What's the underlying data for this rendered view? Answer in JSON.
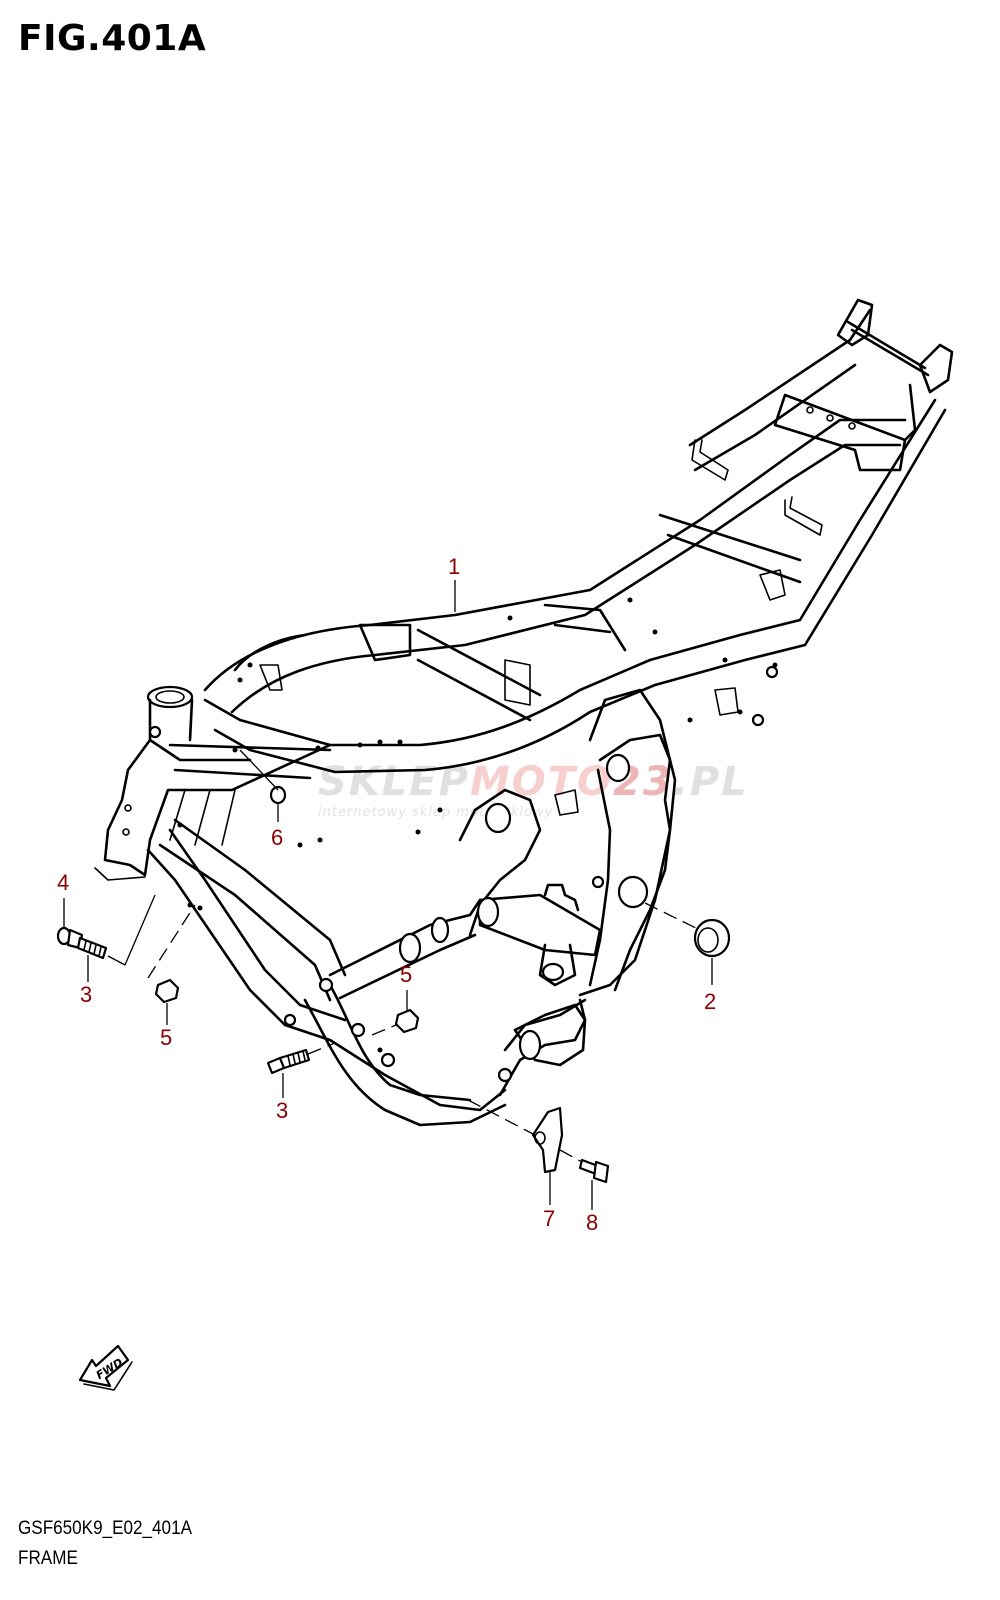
{
  "figure": {
    "title": "FIG.401A",
    "diagram_code": "GSF650K9_E02_401A",
    "assembly_name": "FRAME"
  },
  "fwd_label": "FWD",
  "watermark": {
    "brand_part1": "SKLEP",
    "brand_part2": "MOTO",
    "brand_part3": "23",
    "brand_suffix": ".PL",
    "tagline": "internetowy sklep motocyklowy"
  },
  "callouts": [
    {
      "id": "1",
      "label": "1"
    },
    {
      "id": "2",
      "label": "2"
    },
    {
      "id": "3a",
      "label": "3"
    },
    {
      "id": "3b",
      "label": "3"
    },
    {
      "id": "4",
      "label": "4"
    },
    {
      "id": "5a",
      "label": "5"
    },
    {
      "id": "5b",
      "label": "5"
    },
    {
      "id": "6",
      "label": "6"
    },
    {
      "id": "7",
      "label": "7"
    },
    {
      "id": "8",
      "label": "8"
    }
  ],
  "colors": {
    "callout": "#8b0000",
    "line": "#000000",
    "watermark_grey": "#c8c8c8",
    "watermark_red": "#f2a9a9"
  }
}
